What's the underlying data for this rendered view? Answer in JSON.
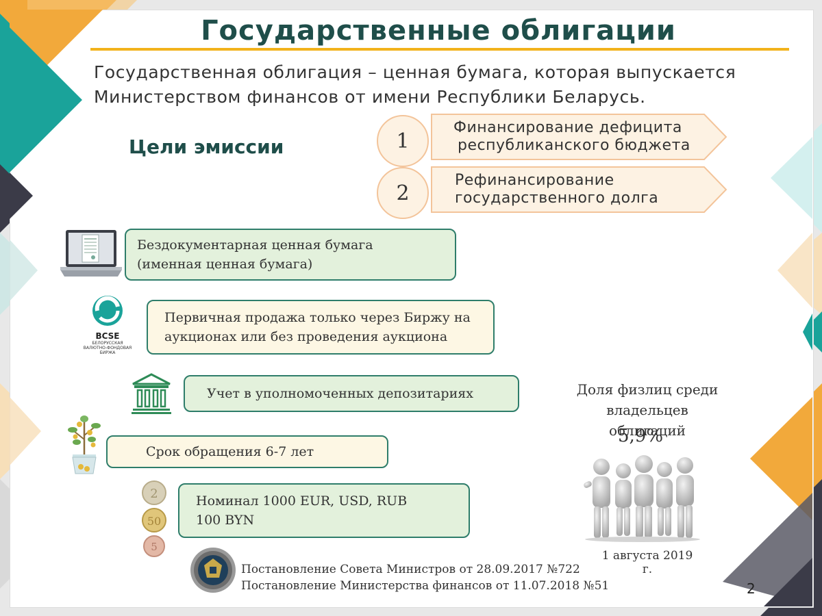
{
  "title": "Государственные облигации",
  "definition": {
    "line1": "Государственная облигация – ценная бумага, которая выпускается",
    "line2": "Министерством финансов от имени Республики Беларусь."
  },
  "goals": {
    "heading": "Цели эмиссии",
    "items": [
      {
        "number": "1",
        "line1": "Финансирование дефицита",
        "line2": "республиканского бюджета"
      },
      {
        "number": "2",
        "line1": "Рефинансирование",
        "line2": "государственного долга"
      }
    ]
  },
  "features": [
    {
      "line1": "Бездокументарная ценная бумага",
      "line2": "(именная ценная бумага)",
      "icon": "laptop-icon"
    },
    {
      "line1": "Первичная продажа только через Биржу на",
      "line2": "аукционах или без проведения аукциона",
      "icon": "bcse-logo"
    },
    {
      "line1": "Учет в уполномоченных депозитариях",
      "icon": "bank-building-icon"
    },
    {
      "line1": "Срок обращения 6-7 лет",
      "icon": "money-tree-icon"
    },
    {
      "line1": "Номинал 1000 EUR, USD, RUB",
      "line2": "100 BYN",
      "icon": "coins-icon"
    }
  ],
  "bcse_logo": {
    "abbr": "BCSE",
    "name_line1": "БЕЛОРУССКАЯ",
    "name_line2": "ВАЛЮТНО-ФОНДОВАЯ",
    "name_line3": "БИРЖА"
  },
  "share": {
    "line1": "Доля физлиц среди",
    "line2": "владельцев облигаций",
    "value": "5,9%",
    "date": "1 августа 2019 г."
  },
  "references": {
    "line1": "Постановление Совета Министров от 28.09.2017 №722",
    "line2": "Постановление Министерства финансов от 11.07.2018 №51"
  },
  "page_number": "2",
  "colors": {
    "teal": "#1aa39a",
    "orange": "#f2a93b",
    "dark": "#3b3b48",
    "title": "#1f4e4a",
    "box_border": "#2e7d6a",
    "box_green": "#e3f1dc",
    "box_cream": "#fdf7e4",
    "rule": "#f2b21b"
  }
}
